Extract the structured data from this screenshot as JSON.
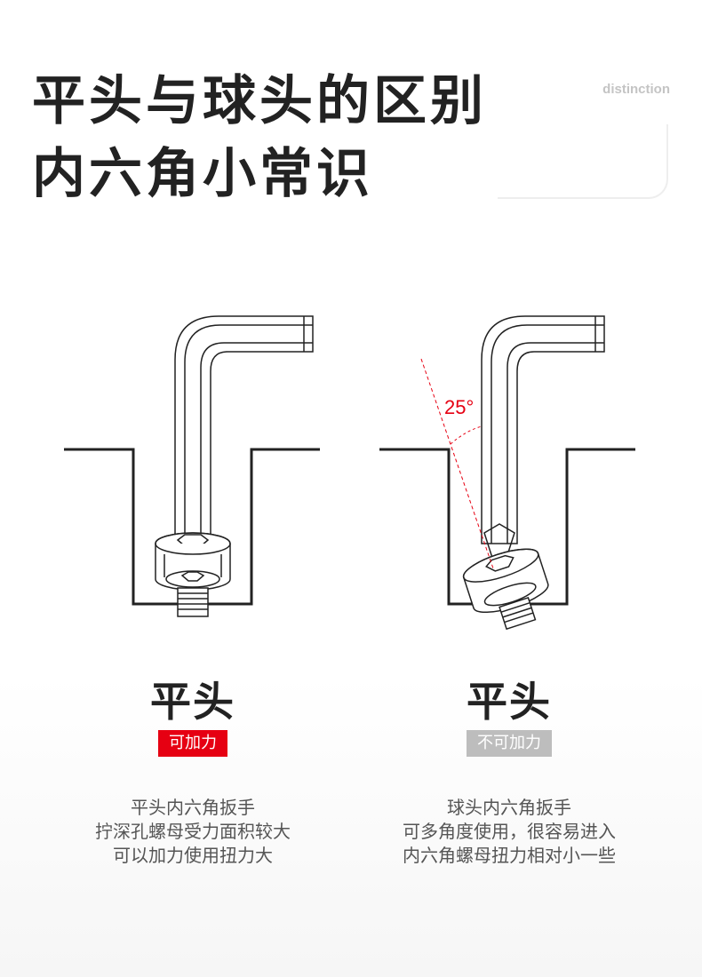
{
  "header": {
    "title_line1": "平头与球头的区别",
    "title_line2": "内六角小常识",
    "tag": "distinction"
  },
  "diagram": {
    "angle_label": "25°",
    "colors": {
      "accent_red": "#e60012",
      "line": "#222222"
    }
  },
  "left": {
    "title": "平头",
    "badge": "可加力",
    "desc": [
      "平头内六角扳手",
      "拧深孔螺母受力面积较大",
      "可以加力使用扭力大"
    ]
  },
  "right": {
    "title": "平头",
    "badge": "不可加力",
    "desc": [
      "球头内六角扳手",
      "可多角度使用，很容易进入",
      "内六角螺母扭力相对小一些"
    ]
  },
  "colors": {
    "badge_red": "#e60012",
    "badge_gray": "#bdbdbd",
    "title": "#222222",
    "tag": "#c4c4c4"
  }
}
